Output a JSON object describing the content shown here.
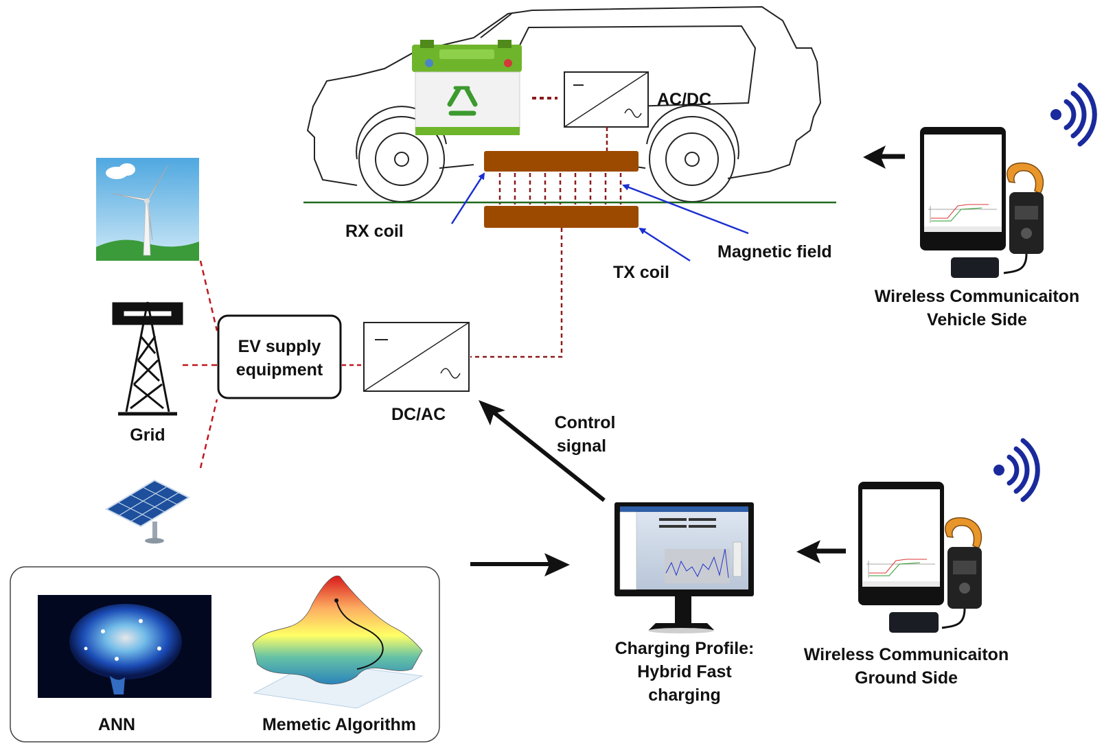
{
  "labels": {
    "ac_dc": "AC/DC",
    "rx_coil": "RX coil",
    "tx_coil": "TX coil",
    "magnetic_field": "Magnetic field",
    "wireless_vehicle_line1": "Wireless Communicaiton",
    "wireless_vehicle_line2": "Vehicle Side",
    "ev_supply_line1": "EV supply",
    "ev_supply_line2": "equipment",
    "dc_ac": "DC/AC",
    "grid": "Grid",
    "control_signal_line1": "Control",
    "control_signal_line2": "signal",
    "charging_profile_line1": "Charging Profile:",
    "charging_profile_line2": "Hybrid Fast",
    "charging_profile_line3": "charging",
    "wireless_ground_line1": "Wireless Communicaiton",
    "wireless_ground_line2": "Ground Side",
    "ann": "ANN",
    "memetic": "Memetic Algorithm"
  },
  "colors": {
    "coil": "#9c4a00",
    "dotted_link": "#c0161c",
    "dark_red_link": "#8b1a1a",
    "field_arrow": "#1b2fd0",
    "ground_line": "#1e6b1e",
    "wifi": "#1a2a9c",
    "battery_green": "#6fb52c"
  },
  "icons": [
    "wind-turbine-icon",
    "grid-tower-icon",
    "solar-panel-icon",
    "battery-icon",
    "recycle-icon",
    "tablet-icon",
    "clamp-meter-icon",
    "wifi-signal-icon",
    "monitor-icon",
    "brain-icon",
    "surface-plot-icon"
  ]
}
